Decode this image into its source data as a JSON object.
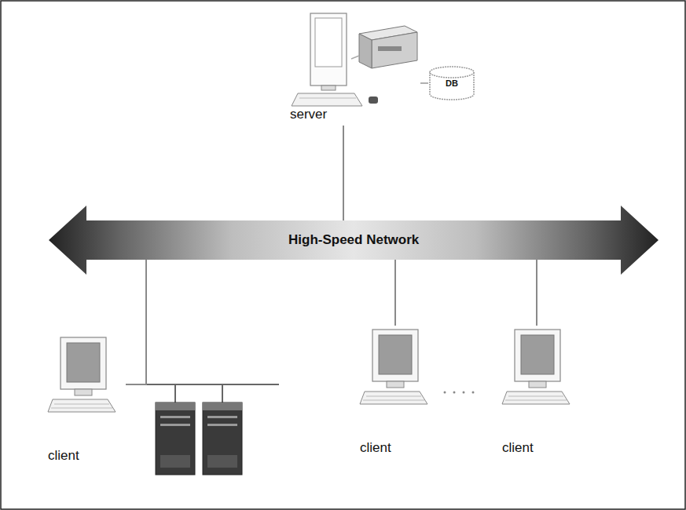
{
  "diagram": {
    "nodes": [
      {
        "text": [
          "server"
        ]
      },
      {
        "text": [
          "DB"
        ]
      },
      {
        "text": [
          "High-Speed Network"
        ]
      },
      {
        "text": [
          "client"
        ]
      },
      {
        "text": [
          "client"
        ]
      },
      {
        "text": [
          "client"
        ]
      }
    ],
    "edges": [
      {
        "from": 0,
        "to": 1,
        "arrow": "none"
      },
      {
        "from": 0,
        "to": 2,
        "arrow": "none"
      },
      {
        "from": 2,
        "to": 3,
        "arrow": "none"
      },
      {
        "from": 2,
        "to": 4,
        "arrow": "none"
      },
      {
        "from": 2,
        "to": 5,
        "arrow": "none"
      }
    ]
  }
}
